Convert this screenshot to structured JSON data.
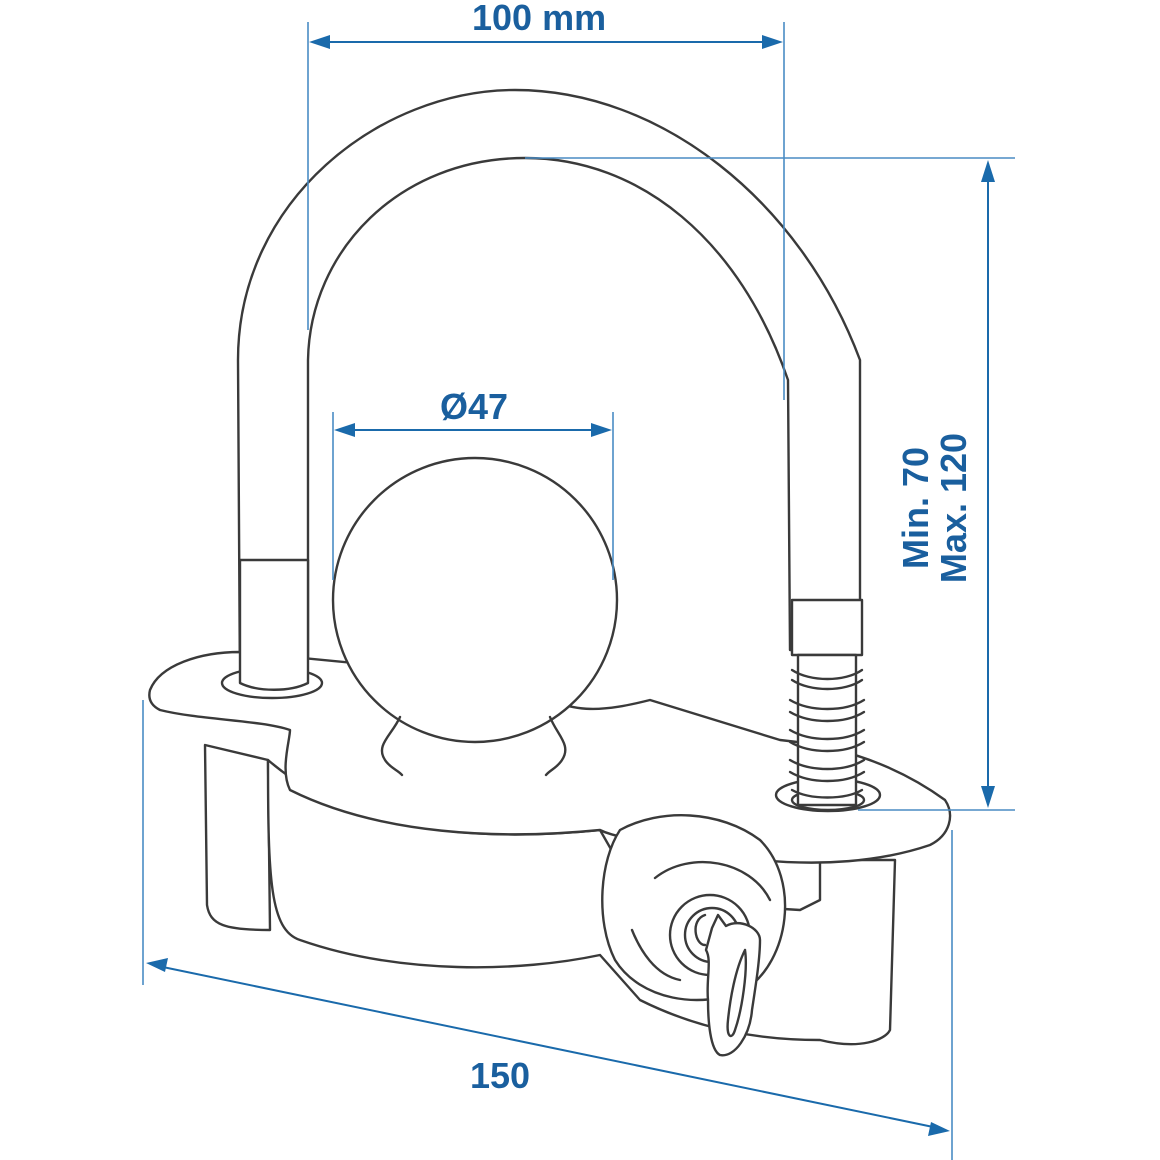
{
  "diagram": {
    "subject": "coupling-lock",
    "colors": {
      "dimension_line": "#1a6aab",
      "dimension_text": "#1a5f9e",
      "drawing_stroke": "#3a3a3a",
      "background": "#ffffff"
    },
    "dimensions": {
      "shackle_width": {
        "label": "100 mm"
      },
      "ball_diameter": {
        "label": "Ø47"
      },
      "clearance_height": {
        "min_label": "Min. 70",
        "max_label": "Max. 120"
      },
      "body_length": {
        "label": "150"
      }
    }
  }
}
